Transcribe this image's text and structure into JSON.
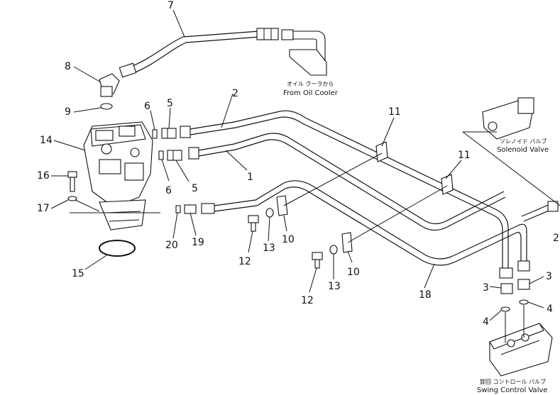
{
  "labels": {
    "n7": "7",
    "n8": "8",
    "n9": "9",
    "n14": "14",
    "n16": "16",
    "n17": "17",
    "n15": "15",
    "n6a": "6",
    "n5a": "5",
    "n6b": "6",
    "n5b": "5",
    "n2a": "2",
    "n1": "1",
    "n20": "20",
    "n19": "19",
    "n12a": "12",
    "n13a": "13",
    "n10a": "10",
    "n11a": "11",
    "n11b": "11",
    "n10b": "10",
    "n13b": "13",
    "n12b": "12",
    "n18": "18",
    "n3a": "3",
    "n3b": "3",
    "n4a": "4",
    "n4b": "4",
    "n2b": "2"
  },
  "captions": {
    "oil_cooler_jp": "オイル クーラから",
    "oil_cooler_en": "From Oil Cooler",
    "solenoid_jp": "ソレノイド バルブ",
    "solenoid_en": "Solenoid Valve",
    "swing_jp": "旋回 コントロール バルブ",
    "swing_en": "Swing Control Valve"
  }
}
